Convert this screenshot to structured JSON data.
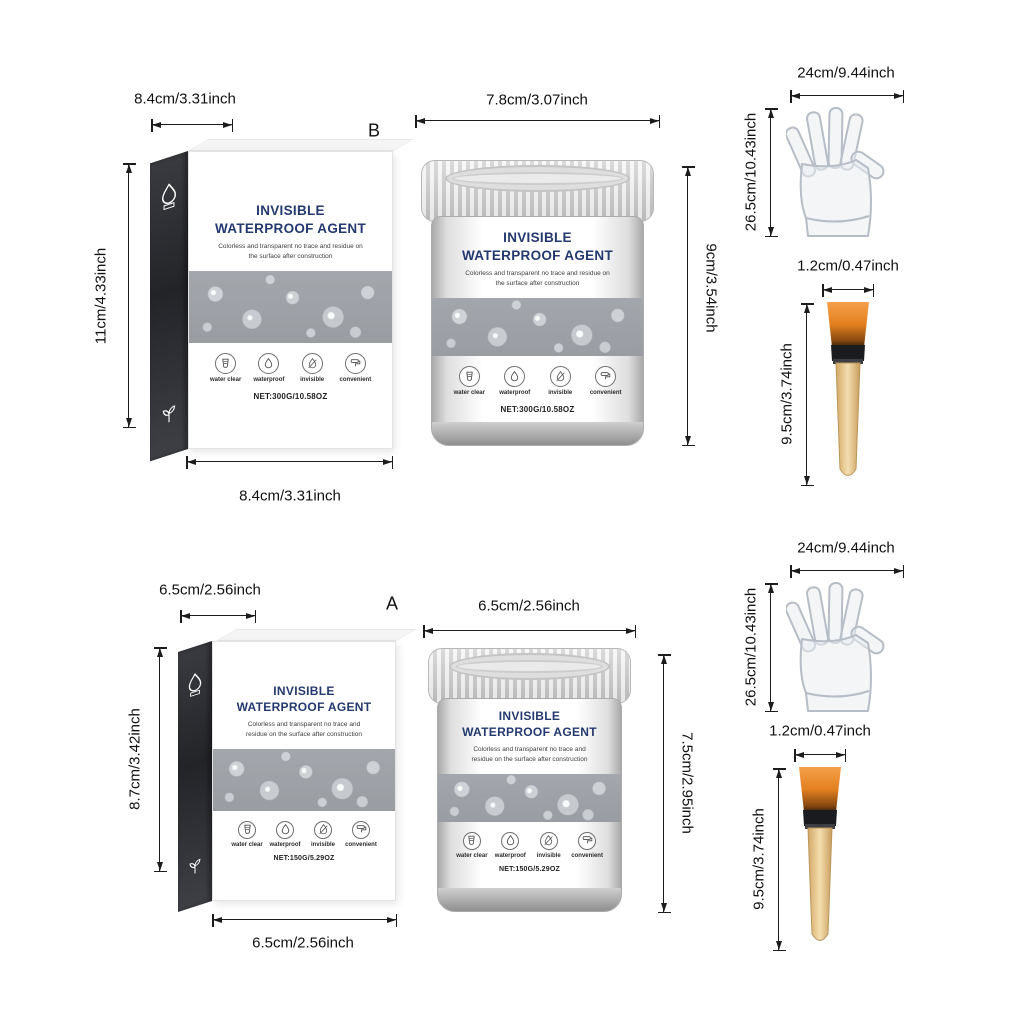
{
  "colors": {
    "title-blue": "#24396f",
    "band-gray": "#a3a7ac",
    "dim-line": "#1c1c1c",
    "bristle-orange": "#e8882f",
    "wood-tan": "#ecd5a8",
    "lid-gray": "#d8d8d8"
  },
  "product_label": {
    "title_line1": "INVISIBLE",
    "title_line2": "WATERPROOF AGENT",
    "subtitle": "Colorless and transparent no trace and residue on the surface after construction",
    "features": [
      "water clear",
      "waterproof",
      "invisible",
      "convenient"
    ]
  },
  "variant_b": {
    "label": "B",
    "box": {
      "width_top": "8.4cm/3.31inch",
      "height": "11cm/4.33inch",
      "width_bottom": "8.4cm/3.31inch",
      "net": "NET:300G/10.58OZ"
    },
    "jar": {
      "width": "7.8cm/3.07inch",
      "height": "9cm/3.54inch",
      "net": "NET:300G/10.58OZ"
    },
    "glove": {
      "width": "24cm/9.44inch",
      "height": "26.5cm/10.43inch"
    },
    "brush": {
      "width": "1.2cm/0.47inch",
      "height": "9.5cm/3.74inch"
    }
  },
  "variant_a": {
    "label": "A",
    "box": {
      "width_top": "6.5cm/2.56inch",
      "height": "8.7cm/3.42inch",
      "width_bottom": "6.5cm/2.56inch",
      "net": "NET:150G/5.29OZ"
    },
    "jar": {
      "width": "6.5cm/2.56inch",
      "height": "7.5cm/2.95inch",
      "net": "NET:150G/5.29OZ"
    },
    "glove": {
      "width": "24cm/9.44inch",
      "height": "26.5cm/10.43inch"
    },
    "brush": {
      "width": "1.2cm/0.47inch",
      "height": "9.5cm/3.74inch"
    }
  }
}
